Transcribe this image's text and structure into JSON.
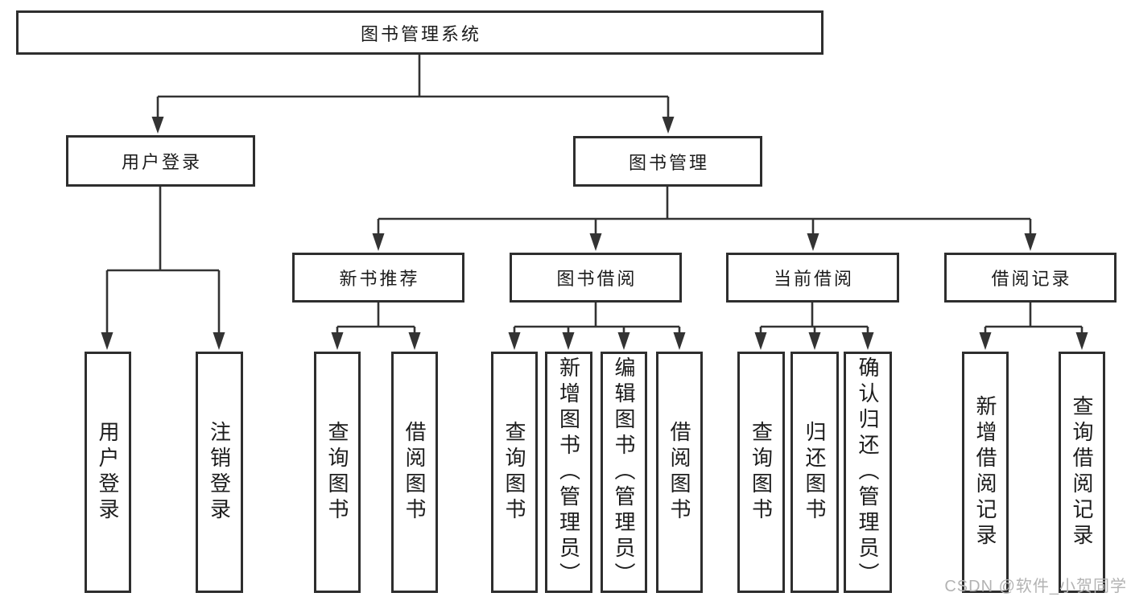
{
  "colors": {
    "line": "#333333",
    "box_border": "#2e2e2e",
    "box_background": "#ffffff",
    "text": "#1c1c1c",
    "watermark": "#b3b3b3"
  },
  "watermark": {
    "text": "CSDN @软件_小贺同学"
  },
  "tree": {
    "root": {
      "label": "图书管理系统"
    },
    "branches": [
      {
        "label": "用户登录",
        "children": [
          {
            "label": "用户登录"
          },
          {
            "label": "注销登录"
          }
        ]
      },
      {
        "label": "图书管理",
        "sections": [
          {
            "label": "新书推荐",
            "children": [
              {
                "label": "查询图书"
              },
              {
                "label": "借阅图书"
              }
            ]
          },
          {
            "label": "图书借阅",
            "children": [
              {
                "label": "查询图书"
              },
              {
                "label": "新增图书（管理员）"
              },
              {
                "label": "编辑图书（管理员）"
              },
              {
                "label": "借阅图书"
              }
            ]
          },
          {
            "label": "当前借阅",
            "children": [
              {
                "label": "查询图书"
              },
              {
                "label": "归还图书"
              },
              {
                "label": "确认归还（管理员）"
              }
            ]
          },
          {
            "label": "借阅记录",
            "children": [
              {
                "label": "新增借阅记录"
              },
              {
                "label": "查询借阅记录"
              }
            ]
          }
        ]
      }
    ]
  }
}
